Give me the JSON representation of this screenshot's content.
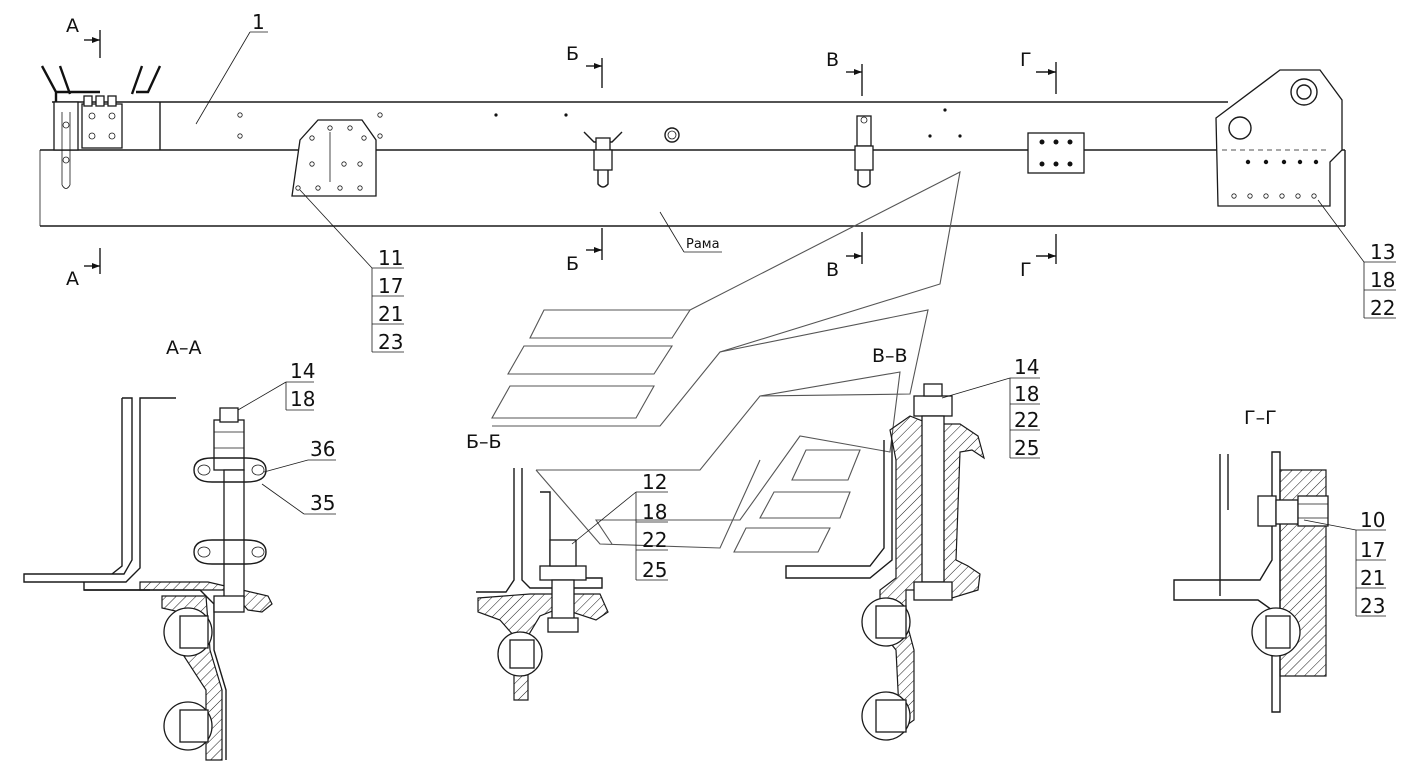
{
  "sections": {
    "A_top": "А",
    "A_bottom": "А",
    "B_top": "Б",
    "B_bottom": "Б",
    "V_top": "В",
    "V_bottom": "В",
    "G_top": "Г",
    "G_bottom": "Г"
  },
  "part_labels": {
    "frame_item": "1",
    "frame_name": "Рама",
    "callout_left": [
      "11",
      "17",
      "21",
      "23"
    ],
    "callout_right": [
      "13",
      "18",
      "22"
    ]
  },
  "views": {
    "aa": {
      "title": "А–А",
      "callout_a": [
        "14",
        "18"
      ],
      "callout_b": "36",
      "callout_c": "35"
    },
    "bb": {
      "title": "Б–Б",
      "callout": [
        "12",
        "18",
        "22",
        "25"
      ]
    },
    "vv": {
      "title": "В–В",
      "callout": [
        "14",
        "18",
        "22",
        "25"
      ]
    },
    "gg": {
      "title": "Г–Г",
      "callout": [
        "10",
        "17",
        "21",
        "23"
      ]
    }
  }
}
